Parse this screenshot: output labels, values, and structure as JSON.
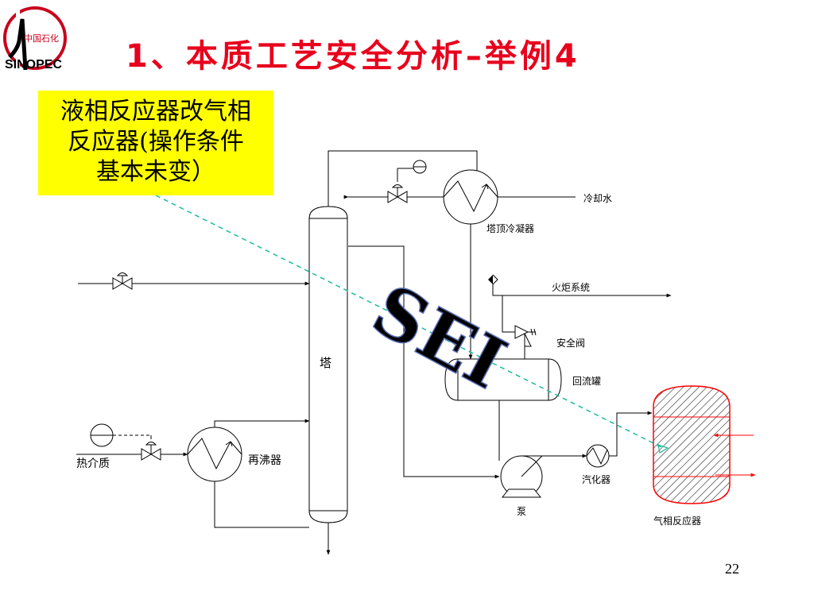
{
  "slide": {
    "title": "1、本质工艺安全分析–举例4",
    "page_number": "22"
  },
  "logo": {
    "text_cn": "中国石化",
    "text_en": "SINOPEC"
  },
  "callout": {
    "lines": [
      "液相反应器改气相",
      "反应器(操作条件",
      "基本未变）"
    ]
  },
  "watermark": "SEI",
  "diagram": {
    "labels": {
      "cooling_water": "冷却水",
      "condenser": "塔顶冷凝器",
      "flare_system": "火炬系统",
      "safety_valve": "安全阀",
      "tower": "塔",
      "reflux_drum": "回流罐",
      "heat_medium": "热介质",
      "reboiler": "再沸器",
      "vaporizer": "汽化器",
      "pump": "泵",
      "gas_reactor": "气相反应器"
    }
  },
  "colors": {
    "title": "#e8001c",
    "callout_bg": "#ffff00",
    "reactor": "#ff0000",
    "dashed_pointer": "#1abc9c",
    "watermark": "#b9c8ee"
  }
}
